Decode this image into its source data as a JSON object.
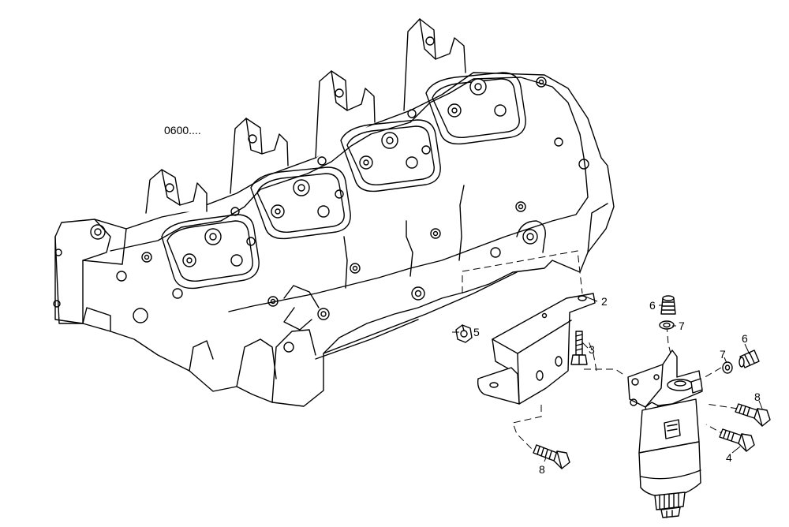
{
  "reference_label": "0600....",
  "callouts": {
    "c2": "2",
    "c3": "3",
    "c4": "4",
    "c5": "5",
    "c6a": "6",
    "c6b": "6",
    "c7a": "7",
    "c7b": "7",
    "c8a": "8",
    "c8b": "8"
  }
}
